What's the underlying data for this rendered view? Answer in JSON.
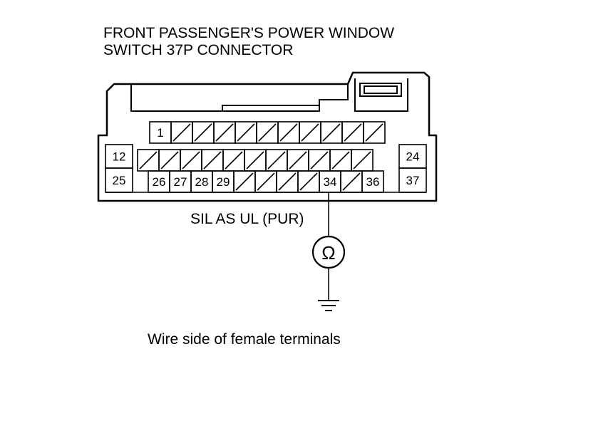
{
  "title": {
    "line1": "FRONT PASSENGER'S POWER WINDOW",
    "line2": "SWITCH 37P CONNECTOR"
  },
  "connector": {
    "row1_pins": [
      "1",
      "",
      "",
      "",
      "",
      "",
      "",
      "",
      "",
      "",
      ""
    ],
    "row2_left": "12",
    "row2_right": "24",
    "row2_pins": [
      "",
      "",
      "",
      "",
      "",
      "",
      "",
      "",
      "",
      "",
      ""
    ],
    "row3_left": "25",
    "row3_right": "37",
    "row3_pins": [
      "26",
      "27",
      "28",
      "29",
      "",
      "",
      "",
      "",
      "34",
      "",
      "36"
    ]
  },
  "wire_label": "SIL AS UL (PUR)",
  "meter_symbol": "Ω",
  "ground_icon": "ground-icon",
  "caption": "Wire side of female terminals"
}
